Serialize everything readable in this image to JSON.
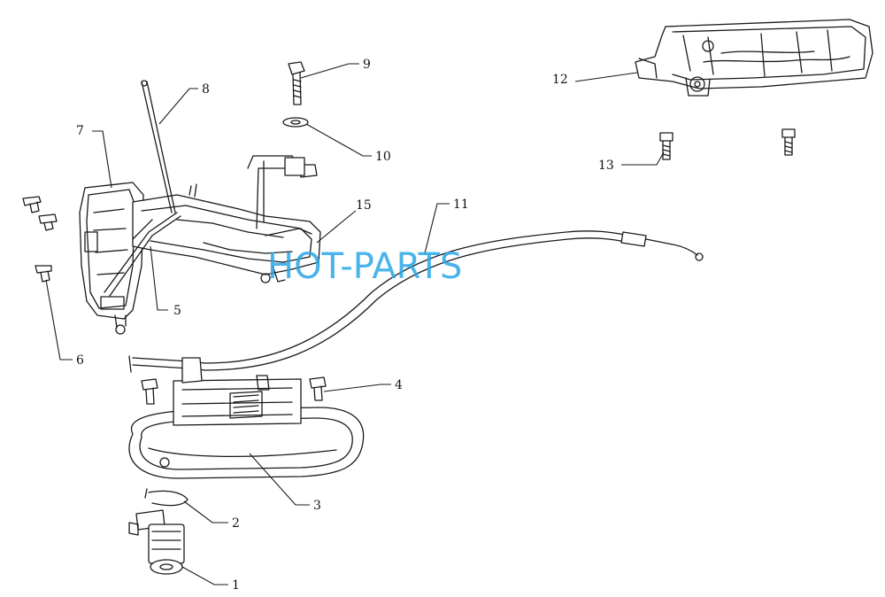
{
  "watermark": {
    "text": "HOT-PARTS",
    "color": "#2aa6e8"
  },
  "callouts": [
    {
      "id": "c1",
      "label": "1"
    },
    {
      "id": "c2",
      "label": "2"
    },
    {
      "id": "c3",
      "label": "3"
    },
    {
      "id": "c4",
      "label": "4"
    },
    {
      "id": "c5",
      "label": "5"
    },
    {
      "id": "c6",
      "label": "6"
    },
    {
      "id": "c7",
      "label": "7"
    },
    {
      "id": "c8",
      "label": "8"
    },
    {
      "id": "c9",
      "label": "9"
    },
    {
      "id": "c10",
      "label": "10"
    },
    {
      "id": "c11",
      "label": "11"
    },
    {
      "id": "c12",
      "label": "12"
    },
    {
      "id": "c13",
      "label": "13"
    },
    {
      "id": "c15",
      "label": "15"
    }
  ]
}
